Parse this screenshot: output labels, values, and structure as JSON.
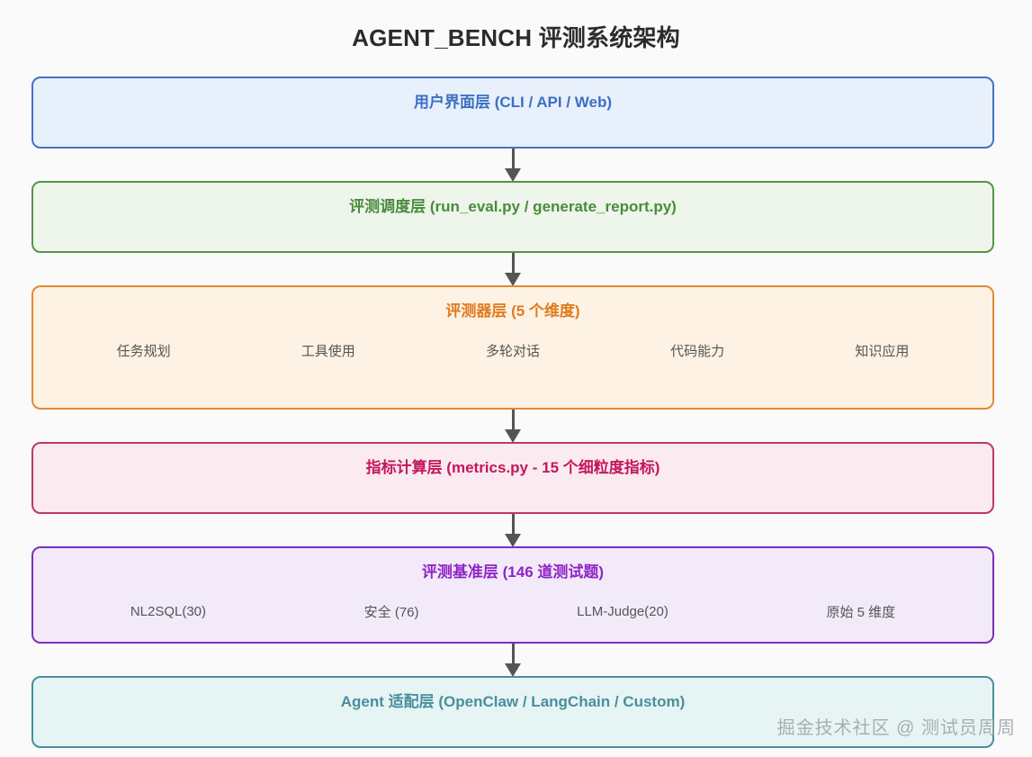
{
  "title": "AGENT_BENCH 评测系统架构",
  "watermark": "掘金技术社区 @ 测试员周周",
  "colors": {
    "background": "#fafafa",
    "title_text": "#2b2b2b",
    "arrow": "#555555",
    "item_text": "#555555",
    "ui_border": "#4472c4",
    "ui_fill": "#e8f0fc",
    "ui_text": "#3b6fc4",
    "sched_border": "#57934b",
    "sched_fill": "#eef5ea",
    "sched_text": "#4a8b3f",
    "eval_border": "#e08b35",
    "eval_fill": "#fdf2e3",
    "eval_text": "#e07b1f",
    "metric_border": "#bb3a63",
    "metric_fill": "#fbeaf0",
    "metric_text": "#c2185b",
    "bench_border": "#7b2fbe",
    "bench_fill": "#f2eaf9",
    "bench_text": "#8e24c4",
    "agent_border": "#4a8e9c",
    "agent_fill": "#e6f4f4",
    "agent_text": "#4a8e9c"
  },
  "layers": [
    {
      "id": "user-interface",
      "heading": "用户界面层 (CLI / API / Web)",
      "items": [],
      "height": 80
    },
    {
      "id": "scheduling",
      "heading": "评测调度层 (run_eval.py / generate_report.py)",
      "items": [],
      "height": 80
    },
    {
      "id": "evaluator",
      "heading": "评测器层 (5 个维度)",
      "items": [
        "任务规划",
        "工具使用",
        "多轮对话",
        "代码能力",
        "知识应用"
      ],
      "height": 138
    },
    {
      "id": "metrics",
      "heading": "指标计算层 (metrics.py - 15 个细粒度指标)",
      "items": [],
      "height": 80
    },
    {
      "id": "benchmark",
      "heading": "评测基准层 (146 道测试题)",
      "items": [
        "NL2SQL(30)",
        "安全 (76)",
        "LLM-Judge(20)",
        "原始 5 维度"
      ],
      "height": 108
    },
    {
      "id": "agent-adapter",
      "heading": "Agent 适配层 (OpenClaw / LangChain / Custom)",
      "items": [],
      "height": 80
    }
  ]
}
